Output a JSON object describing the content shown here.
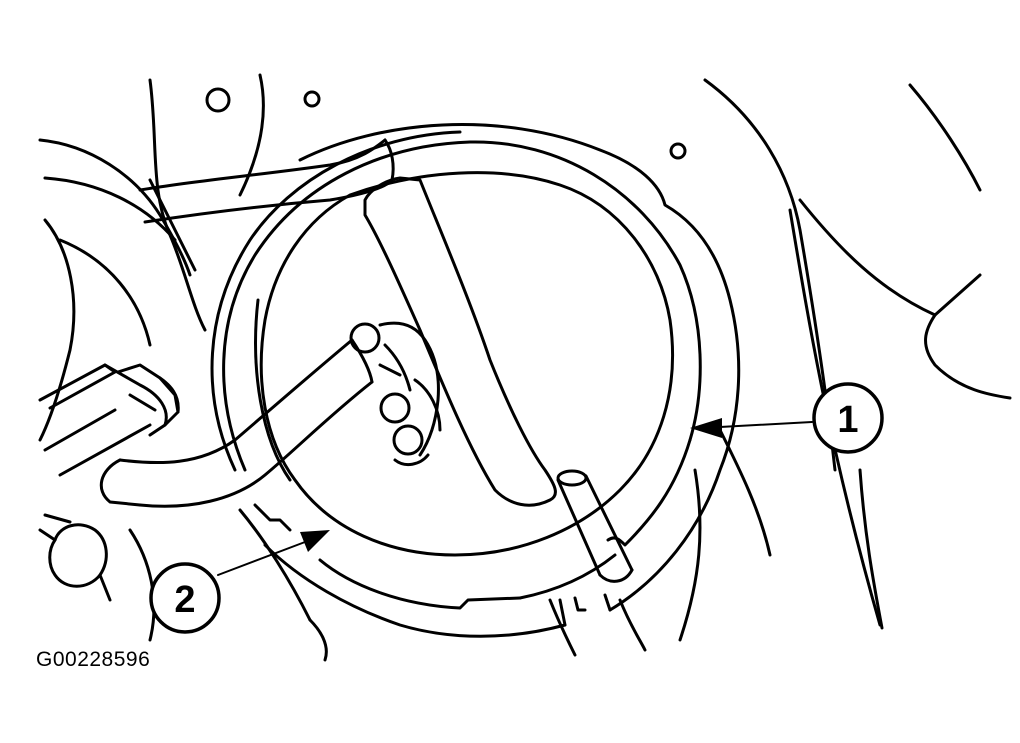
{
  "callouts": [
    {
      "label": "1"
    },
    {
      "label": "2"
    }
  ],
  "figure_id": "G00228596"
}
